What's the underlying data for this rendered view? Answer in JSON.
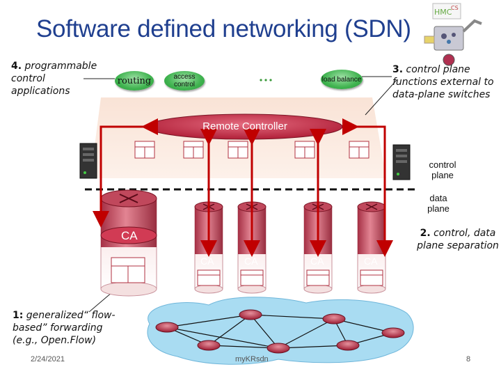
{
  "slide": {
    "title": "Software defined networking (SDN)",
    "date": "2/24/2021",
    "footer_center": "myKRsdn",
    "page_number": "8"
  },
  "notes": {
    "n4": {
      "num": "4.",
      "text": "programmable control applications"
    },
    "n3": {
      "num": "3.",
      "text": "control plane functions external to data-plane switches"
    },
    "n2": {
      "num": "2.",
      "text": "control, data plane separation"
    },
    "n1": {
      "num": "1:",
      "text": "generalized“ flow-based” forwarding (e.g., Open.Flow)"
    }
  },
  "apps": {
    "routing": "routing",
    "access_control": "access control",
    "dots": "…",
    "load_balance": "load balance"
  },
  "controller": {
    "label": "Remote Controller"
  },
  "planes": {
    "control": "control plane",
    "data": "data plane"
  },
  "ca": {
    "label": "CA"
  },
  "colors": {
    "title": "#1f3f8f",
    "arrow": "#c00000",
    "controller": "#c8324a",
    "band": "#f6d9c8",
    "switch": "#b0243c",
    "app": "#3fb34f",
    "network": "#9fd3ee"
  }
}
